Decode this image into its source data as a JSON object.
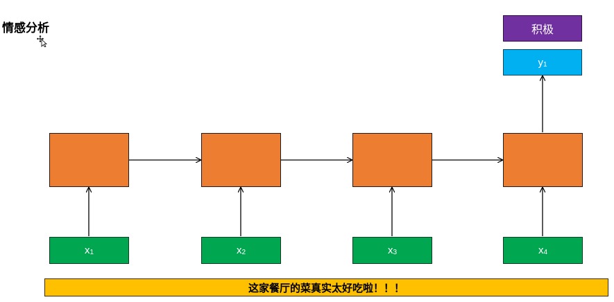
{
  "title": "情感分析",
  "cells": [
    {
      "input_main": "x",
      "input_sub": "1"
    },
    {
      "input_main": "x",
      "input_sub": "2"
    },
    {
      "input_main": "x",
      "input_sub": "3"
    },
    {
      "input_main": "x",
      "input_sub": "4"
    }
  ],
  "output": {
    "main": "y",
    "sub": "1"
  },
  "label": "积极",
  "sentence": "这家餐厅的菜真实太好吃啦！！！",
  "colors": {
    "cell": "#ed7d31",
    "input": "#00a650",
    "output": "#00b0f0",
    "label": "#7030a0",
    "sentence_bar": "#ffc000"
  }
}
